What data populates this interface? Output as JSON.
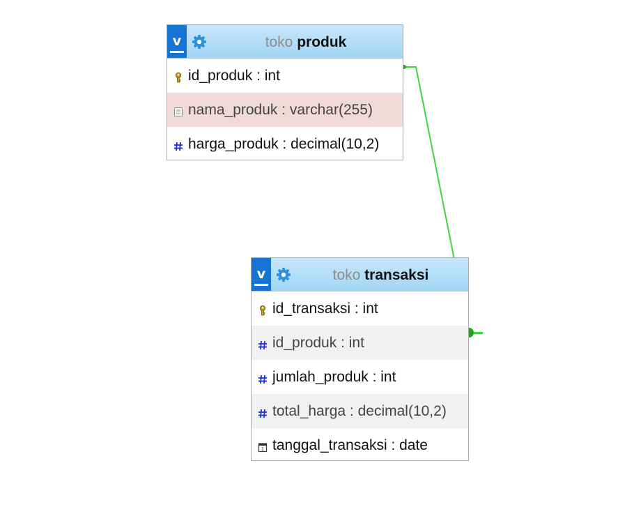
{
  "tables": {
    "produk": {
      "db": "toko",
      "name": "produk",
      "toggle_label": "v",
      "columns": [
        {
          "label": "id_produk : int",
          "icon": "primary-key-icon",
          "highlight": "none"
        },
        {
          "label": "nama_produk : varchar(255)",
          "icon": "text-column-icon",
          "highlight": "pink"
        },
        {
          "label": "harga_produk : decimal(10,2)",
          "icon": "numeric-column-icon",
          "highlight": "none"
        }
      ]
    },
    "transaksi": {
      "db": "toko",
      "name": "transaksi",
      "toggle_label": "v",
      "columns": [
        {
          "label": "id_transaksi : int",
          "icon": "primary-key-icon",
          "highlight": "none"
        },
        {
          "label": "id_produk : int",
          "icon": "numeric-column-icon",
          "highlight": "gray"
        },
        {
          "label": "jumlah_produk : int",
          "icon": "numeric-column-icon",
          "highlight": "none"
        },
        {
          "label": "total_harga : decimal(10,2)",
          "icon": "numeric-column-icon",
          "highlight": "gray"
        },
        {
          "label": "tanggal_transaksi : date",
          "icon": "date-column-icon",
          "highlight": "none"
        }
      ]
    }
  },
  "relations": [
    {
      "from": "produk.id_produk",
      "to": "transaksi.id_produk"
    }
  ],
  "colors": {
    "header_gradient_top": "#c7e6fa",
    "header_gradient_bottom": "#a2d6f5",
    "toggle_blue": "#1574d4",
    "gear_blue": "#2b8fe0",
    "relation_line": "#3fd43f",
    "relation_dot": "#1aa81a",
    "row_pink": "#f0d9d9",
    "row_gray": "#f1f1f1"
  }
}
